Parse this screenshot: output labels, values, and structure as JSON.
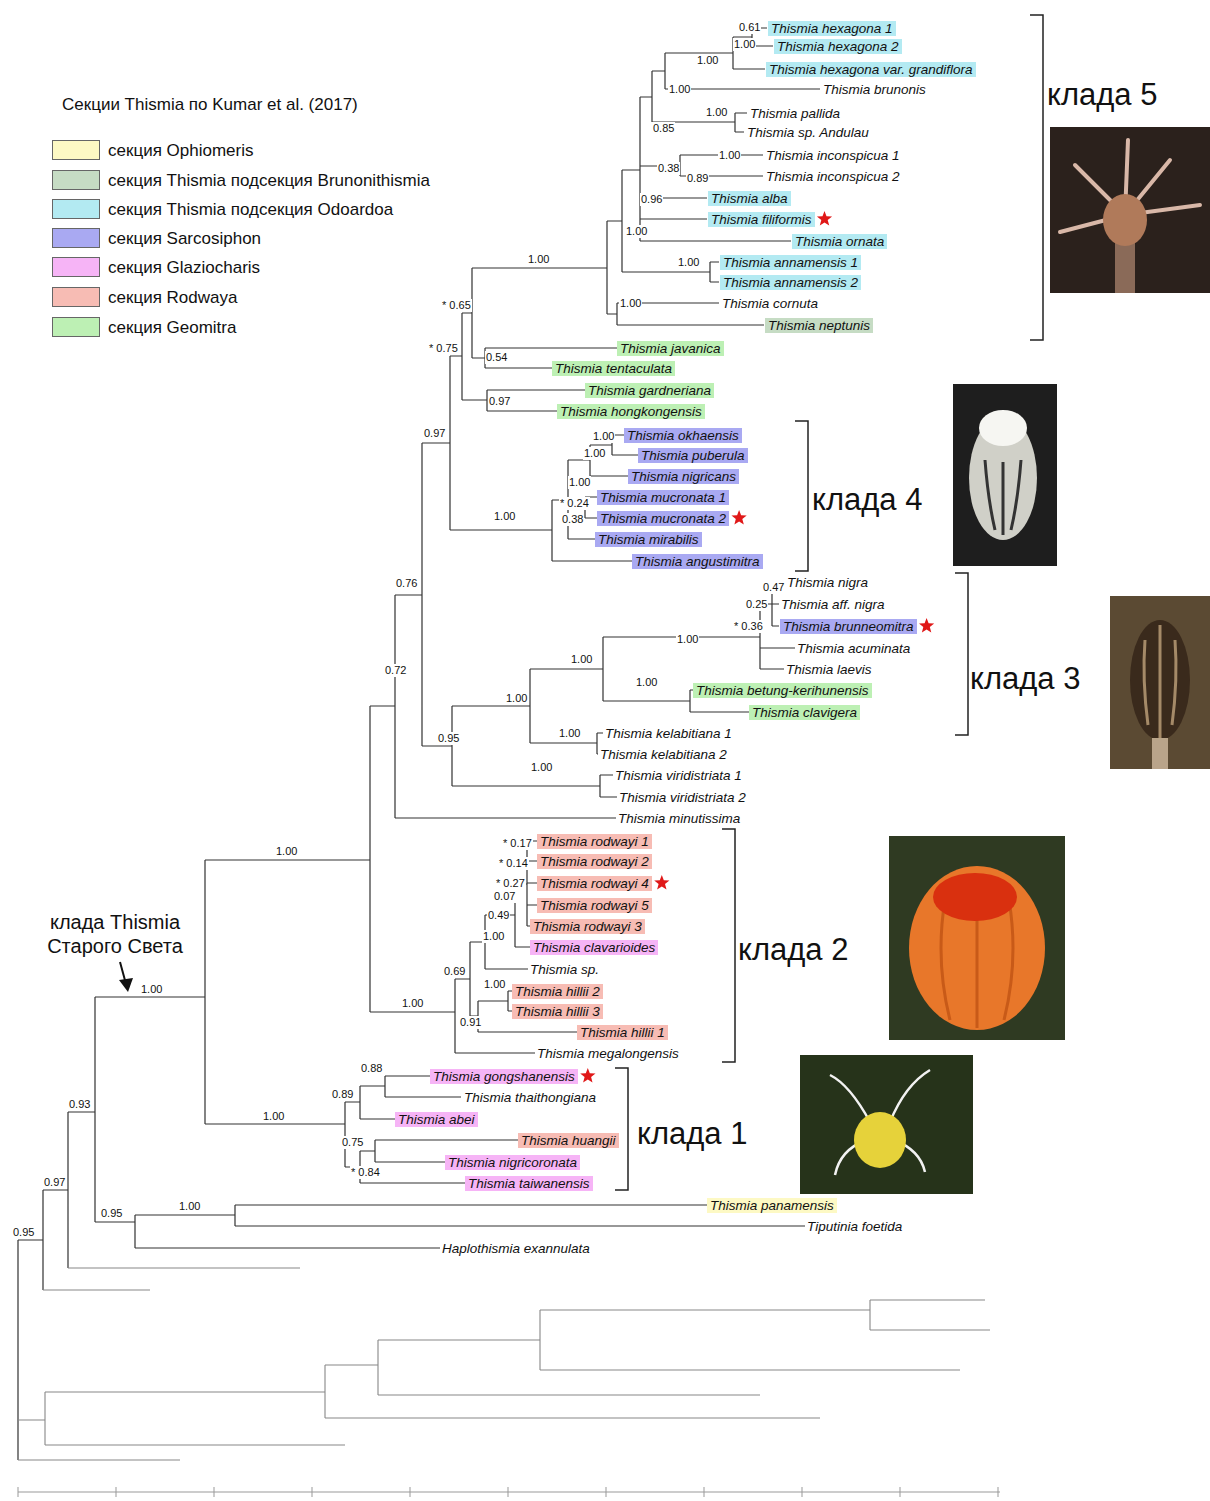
{
  "diagram": {
    "nodes": [
      {
        "text": [
          "Thismia hexagona 1"
        ]
      },
      {
        "text": [
          "Thismia hexagona 2"
        ]
      },
      {
        "text": [
          "Thismia hexagona var. grandiflora"
        ]
      },
      {
        "text": [
          "Thismia alba"
        ]
      },
      {
        "text": [
          "Thismia filiformis"
        ]
      },
      {
        "text": [
          "Thismia ornata"
        ]
      },
      {
        "text": [
          "Thismia annamensis 1"
        ]
      },
      {
        "text": [
          "Thismia annamensis 2"
        ]
      },
      {
        "text": [
          "Thismia neptunis"
        ]
      },
      {
        "text": [
          "Thismia javanica"
        ]
      },
      {
        "text": [
          "Thismia tentaculata"
        ]
      },
      {
        "text": [
          "Thismia gardneriana"
        ]
      },
      {
        "text": [
          "Thismia hongkongensis"
        ]
      },
      {
        "text": [
          "Thismia okhaensis"
        ]
      },
      {
        "text": [
          "Thismia puberula"
        ]
      },
      {
        "text": [
          "Thismia nigricans"
        ]
      },
      {
        "text": [
          "Thismia mucronata 1"
        ]
      },
      {
        "text": [
          "Thismia mucronata 2"
        ]
      },
      {
        "text": [
          "Thismia mirabilis"
        ]
      },
      {
        "text": [
          "Thismia angustimitra"
        ]
      },
      {
        "text": [
          "Thismia brunneomitra"
        ]
      },
      {
        "text": [
          "Thismia betung-kerihunensis"
        ]
      },
      {
        "text": [
          "Thismia clavigera"
        ]
      },
      {
        "text": [
          "Thismia rodwayi 1"
        ]
      },
      {
        "text": [
          "Thismia rodwayi 2"
        ]
      },
      {
        "text": [
          "Thismia rodwayi 4"
        ]
      },
      {
        "text": [
          "Thismia rodwayi 5"
        ]
      },
      {
        "text": [
          "Thismia rodwayi 3"
        ]
      },
      {
        "text": [
          "Thismia clavarioides"
        ]
      },
      {
        "text": [
          "Thismia hillii 2"
        ]
      },
      {
        "text": [
          "Thismia hillii 3"
        ]
      },
      {
        "text": [
          "Thismia hillii 1"
        ]
      },
      {
        "text": [
          "Thismia gongshanensis"
        ]
      },
      {
        "text": [
          "Thismia abei"
        ]
      },
      {
        "text": [
          "Thismia huangii"
        ]
      },
      {
        "text": [
          "Thismia nigricoronata"
        ]
      },
      {
        "text": [
          "Thismia taiwanensis"
        ]
      },
      {
        "text": [
          "Thismia panamensis"
        ]
      }
    ],
    "labels": [
      "Секции Thismia по Kumar et al. (2017)",
      "0.61",
      "1.00",
      "1.00",
      "Thismia brunonis",
      "1.00",
      "1.00",
      "Thismia pallida",
      "0.85",
      "Thismia sp. Andulau",
      "1.00",
      "Thismia inconspicua 1",
      "0.38",
      "0.89",
      "Thismia inconspicua 2",
      "0.96",
      "1.00",
      "1.00",
      "1.00",
      "Thismia cornuta",
      "1.00",
      "* 0.65",
      "* 0.75",
      "0.54",
      "0.97",
      "0.97",
      "1.00",
      "1.00",
      "1.00",
      "* 0.24",
      "0.38",
      "1.00",
      "Thismia nigra",
      "0.76",
      "0.47",
      "0.25",
      "Thismia aff. nigra",
      "* 0.36",
      "1.00",
      "Thismia acuminata",
      "1.00",
      "Thismia laevis",
      "0.72",
      "1.00",
      "1.00",
      "Thismia kelabitiana 1",
      "1.00",
      "0.95",
      "Thismia kelabitiana 2",
      "1.00",
      "Thismia viridistriata 1",
      "Thismia viridistriata 2",
      "Thismia minutissima",
      "* 0.17",
      "1.00",
      "* 0.14",
      "* 0.27",
      "0.07",
      "0.49",
      "1.00",
      "Thismia sp.",
      "0.69",
      "1.00",
      "1.00",
      "1.00",
      "0.91",
      "Thismia megalongensis",
      "0.88",
      "0.89",
      "Thismia thaithongiana",
      "0.93",
      "1.00",
      "0.75",
      "* 0.84",
      "0.97",
      "1.00",
      "0.95",
      "Tiputinia foetida",
      "0.95",
      "Haplothismia exannulata",
      "клада 5",
      "клада 4",
      "клада 3",
      "клада 2",
      "клада 1",
      "клада Thismia Старого Света"
    ],
    "legend": [
      {
        "text": "секция Ophiomeris",
        "color": "#fdf9c4"
      },
      {
        "text": "секция Thismia подсекция Brunonithismia",
        "color": "#c6dcc4"
      },
      {
        "text": "секция Thismia подсекция Odoardoa",
        "color": "#b3eaf2"
      },
      {
        "text": "секция Sarcosiphon",
        "color": "#a9a9f2"
      },
      {
        "text": "секция Glaziocharis",
        "color": "#f6b4f6"
      },
      {
        "text": "секция Rodwaya",
        "color": "#f7bcb4"
      },
      {
        "text": "секция Geomitra",
        "color": "#bdf0b4"
      }
    ]
  }
}
